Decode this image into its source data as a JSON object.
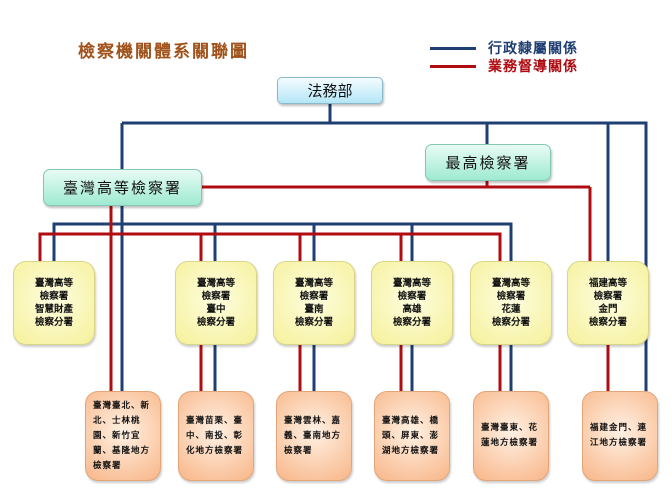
{
  "title": "檢察機關體系關聯圖",
  "legend": {
    "items": [
      {
        "label": "行政隸屬關係",
        "color": "#1f3f73"
      },
      {
        "label": "業務督導關係",
        "color": "#b00d13"
      }
    ]
  },
  "colors": {
    "administrative_line": "#1f3f73",
    "supervision_line": "#b00d13",
    "title": "#a0521a"
  },
  "nodes": {
    "ministry": "法務部",
    "supreme": "最高檢察署",
    "high": "臺灣高等檢察署",
    "branches": [
      "臺灣高等\n檢察署\n智慧財產\n檢察分署",
      "臺灣高等\n檢察署\n臺中\n檢察分署",
      "臺灣高等\n檢察署\n臺南\n檢察分署",
      "臺灣高等\n檢察署\n高雄\n檢察分署",
      "臺灣高等\n檢察署\n花蓮\n檢察分署",
      "福建高等\n檢察署\n金門\n檢察分署"
    ],
    "districts": [
      "臺灣臺北、新北、士林桃園、新竹宜蘭、基隆地方檢察署",
      "臺灣苗栗、臺中、南投、彰化地方檢察署",
      "臺灣雲林、嘉義、臺南地方檢察署",
      "臺灣高雄、橋頭、屏東、澎湖地方檢察署",
      "臺灣臺東、花蓮地方檢察署",
      "福建金門、連江地方檢察署"
    ]
  }
}
